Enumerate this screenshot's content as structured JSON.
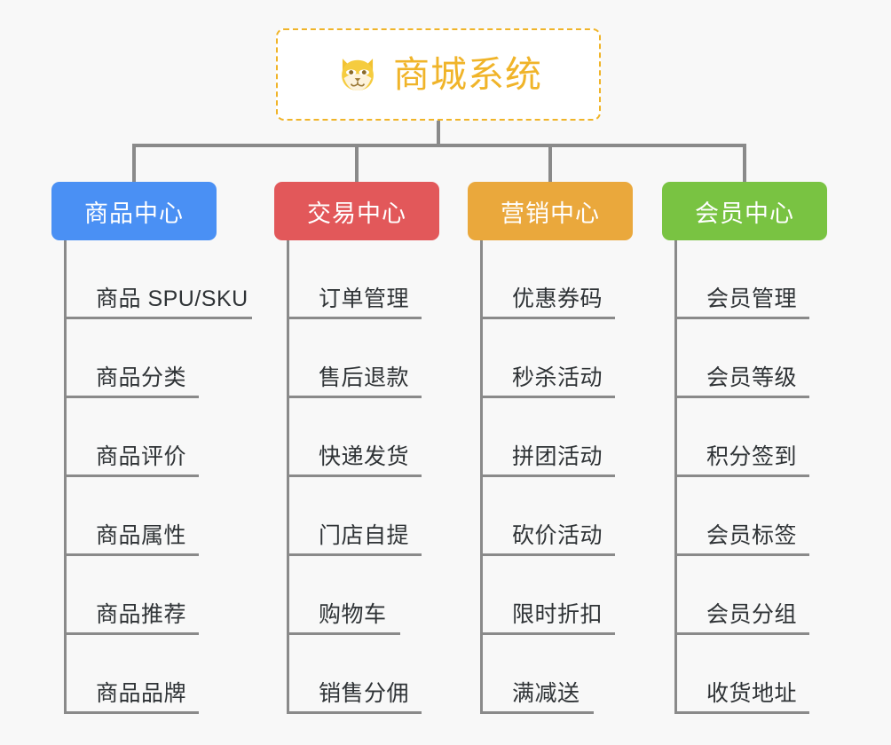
{
  "root": {
    "title": "商城系统",
    "icon": "shiba-dog-face-icon",
    "accent_color": "#f0b429",
    "background": "#ffffff",
    "border_style": "dashed"
  },
  "canvas": {
    "background_color": "#f8f8f8",
    "connector_color": "#8a8a8a"
  },
  "branches": [
    {
      "label": "商品中心",
      "color": "#4a90f4",
      "items": [
        "商品 SPU/SKU",
        "商品分类",
        "商品评价",
        "商品属性",
        "商品推荐",
        "商品品牌"
      ]
    },
    {
      "label": "交易中心",
      "color": "#e2585a",
      "items": [
        "订单管理",
        "售后退款",
        "快递发货",
        "门店自提",
        "购物车",
        "销售分佣"
      ]
    },
    {
      "label": "营销中心",
      "color": "#eaa83c",
      "items": [
        "优惠券码",
        "秒杀活动",
        "拼团活动",
        "砍价活动",
        "限时折扣",
        "满减送"
      ]
    },
    {
      "label": "会员中心",
      "color": "#79c342",
      "items": [
        "会员管理",
        "会员等级",
        "积分签到",
        "会员标签",
        "会员分组",
        "收货地址"
      ]
    }
  ]
}
